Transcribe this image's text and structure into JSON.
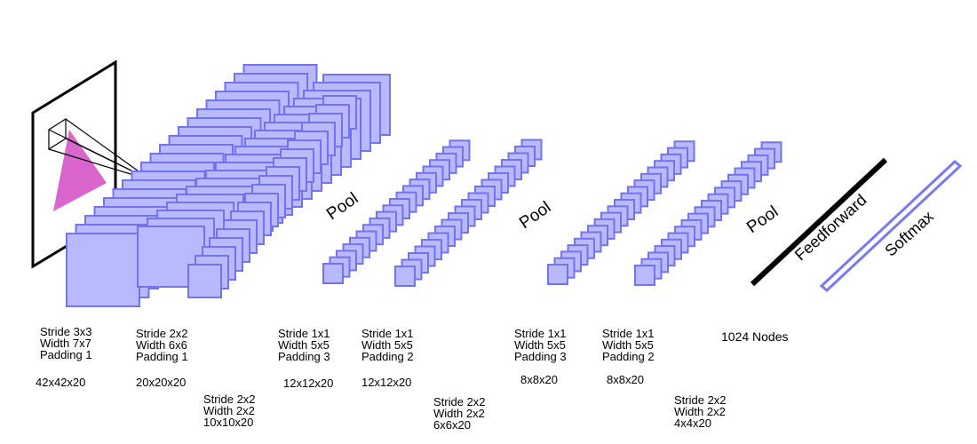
{
  "pool_labels": [
    "Pool",
    "Pool",
    "Pool"
  ],
  "dense_labels": {
    "feedforward": "Feedforward",
    "softmax": "Softmax"
  },
  "captions": {
    "conv1": {
      "line1": "Stride 3x3",
      "line2": "Width 7x7",
      "line3": "Padding 1",
      "size": "42x42x20"
    },
    "conv2": {
      "line1": "Stride 2x2",
      "line2": "Width 6x6",
      "line3": "Padding 1",
      "size": "20x20x20"
    },
    "pool1": {
      "line1": "Stride 2x2",
      "line2": "Width 2x2",
      "size": "10x10x20"
    },
    "conv3": {
      "line1": "Stride 1x1",
      "line2": "Width 5x5",
      "line3": "Padding 3",
      "size": "12x12x20"
    },
    "conv4": {
      "line1": "Stride 1x1",
      "line2": "Width 5x5",
      "line3": "Padding 2",
      "size": "12x12x20"
    },
    "pool2": {
      "line1": "Stride 2x2",
      "line2": "Width 2x2",
      "size": "6x6x20"
    },
    "conv5": {
      "line1": "Stride 1x1",
      "line2": "Width 5x5",
      "line3": "Padding 3",
      "size": "8x8x20"
    },
    "conv6": {
      "line1": "Stride 1x1",
      "line2": "Width 5x5",
      "line3": "Padding 2",
      "size": "8x8x20"
    },
    "pool3": {
      "line1": "Stride 2x2",
      "line2": "Width 2x2",
      "size": "4x4x20"
    },
    "dense": {
      "line1": "1024 Nodes"
    }
  },
  "colors": {
    "layer_fill": "#b9b9ff",
    "layer_stroke": "#7373ee",
    "input_triangle": "#d966cc",
    "softmax_stroke": "#7a7af0"
  }
}
